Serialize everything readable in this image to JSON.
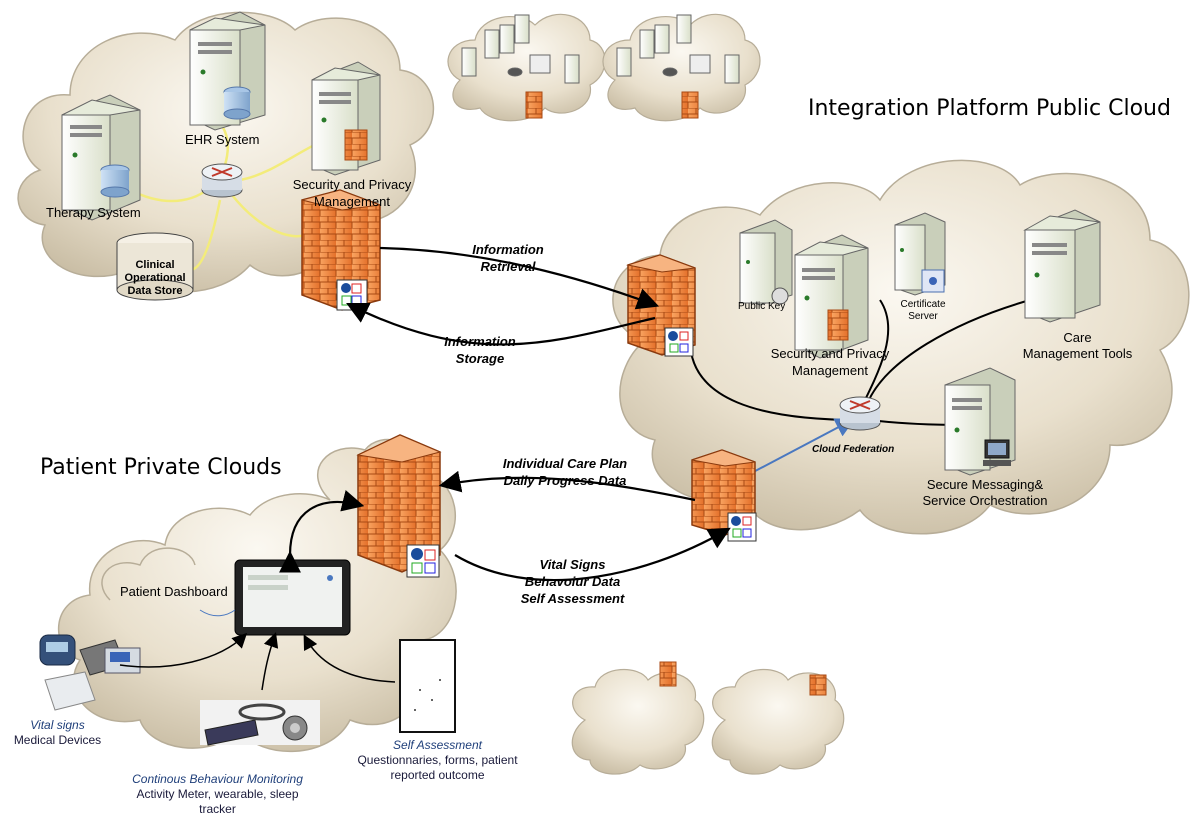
{
  "titles": {
    "public_cloud": "Integration Platform Public Cloud",
    "private_clouds": "Patient Private Clouds"
  },
  "hospital": {
    "ehr": "EHR System",
    "therapy": "Therapy System",
    "security": "Security and Privacy Management",
    "datastore": [
      "Clinical",
      "Operational",
      "Data Store"
    ]
  },
  "platform": {
    "public_key": "Public Key",
    "certificate": [
      "Certificate",
      "Server"
    ],
    "security": [
      "Security and Privacy",
      "Management"
    ],
    "care_tools": [
      "Care",
      "Management Tools"
    ],
    "cloud_federation": "Cloud Federation",
    "messaging": [
      "Secure Messaging&",
      "Service Orchestration"
    ]
  },
  "flows": {
    "retrieval": [
      "Information",
      "Retrieval"
    ],
    "storage": [
      "Information",
      "Storage"
    ],
    "care_plan": [
      "Individual Care Plan",
      "Daily Progress Data"
    ],
    "vitals": [
      "Vital Signs",
      "Behavoiur Data",
      "Self Assessment"
    ]
  },
  "patient": {
    "dashboard": "Patient Dashboard",
    "vital_signs_title": "Vital signs",
    "vital_signs_sub": "Medical Devices",
    "monitoring_title": "Continous Behaviour Monitoring",
    "monitoring_sub": [
      "Activity Meter, wearable, sleep",
      "tracker"
    ],
    "self_title": "Self Assessment",
    "self_sub": [
      "Questionnaries, forms, patient",
      "reported outcome"
    ]
  },
  "colors": {
    "cloud": "#e6ddc9",
    "cloud_edge": "#a49a86",
    "firewall": "#f0843a",
    "firewall_dark": "#b65218",
    "server": "#eef2e3",
    "link": "#000000",
    "blue_link": "#4a78c0",
    "yellow_link": "#f3ec7a"
  }
}
